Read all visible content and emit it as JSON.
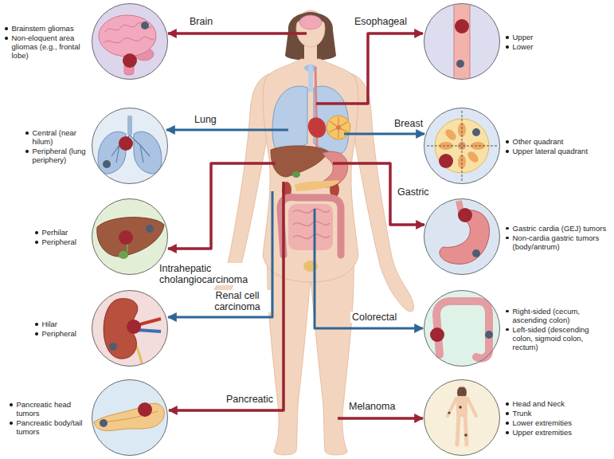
{
  "diagram": {
    "nodes": [
      {
        "text": [
          "Brainstem gliomas",
          "Non-eloquent area gliomas (e.g., frontal lobe)"
        ]
      },
      {
        "text": [
          "Central (near hilum)",
          "Peripheral (lung periphery)"
        ]
      },
      {
        "text": [
          "Perhilar",
          "Peripheral"
        ]
      },
      {
        "text": [
          "Hilar",
          "Peripheral"
        ]
      },
      {
        "text": [
          "Pancreatic head tumors",
          "Pancreatic body/tail tumors"
        ]
      },
      {
        "text": [
          "Upper",
          "Lower"
        ]
      },
      {
        "text": [
          "Other quadrant",
          "Upper lateral quadrant"
        ]
      },
      {
        "text": [
          "Gastric cardia (GEJ) tumors",
          "Non-cardia gastric tumors (body/antrum)"
        ]
      },
      {
        "text": [
          "Right-sided (cecum, ascending colon)",
          "Left-sided (descending colon, sigmoid colon, rectum)"
        ]
      },
      {
        "text": [
          "Head and Neck",
          "Trunk",
          "Lower extremities",
          "Upper extremities"
        ]
      }
    ],
    "labels": [
      "Brain",
      "Lung",
      "Intrahepatic cholangiocarcinoma",
      "Renal cell carcinoma",
      "Pancreatic",
      "Esophageal",
      "Breast",
      "Gastric",
      "Colorectal",
      "Melanoma"
    ]
  }
}
